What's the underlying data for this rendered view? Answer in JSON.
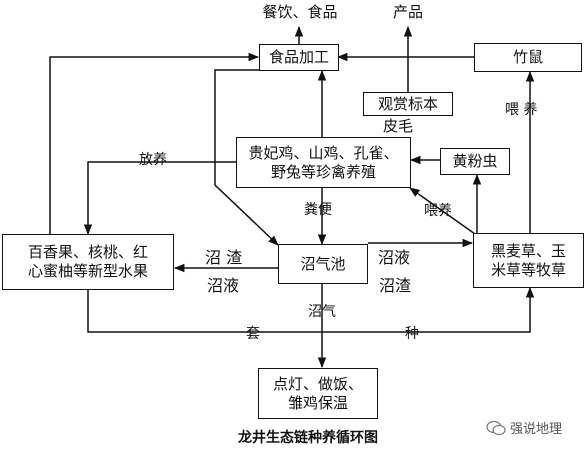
{
  "nodes": {
    "catering": "餐饮、食品",
    "products": "产品",
    "food_processing": "食品加工",
    "bamboo_rat": "竹鼠",
    "specimen": "观赏标本",
    "fur": "皮毛",
    "poultry_line1": "贵妃鸡、山鸡、孔雀、",
    "poultry_line2": "野兔等珍禽养殖",
    "mealworm": "黄粉虫",
    "fruit_line1": "百香果、核桃、红",
    "fruit_line2": "心蜜柚等新型水果",
    "biogas_pit": "沼气池",
    "grass_line1": "黑麦草、玉",
    "grass_line2": "米草等牧草",
    "use_line1": "点灯、做饭、",
    "use_line2": "雏鸡保温"
  },
  "edge_labels": {
    "free_range": "放养",
    "feed_vertical": "喂 养",
    "manure": "粪便",
    "feed_poultry": "喂养",
    "residue_left": "沼 渣",
    "liquid_left": "沼液",
    "liquid_right": "沼液",
    "residue_right": "沼渣",
    "biogas": "沼气",
    "intercrop_1": "套",
    "intercrop_2": "种"
  },
  "caption": "龙井生态链种养循环图",
  "watermark": "强说地理"
}
